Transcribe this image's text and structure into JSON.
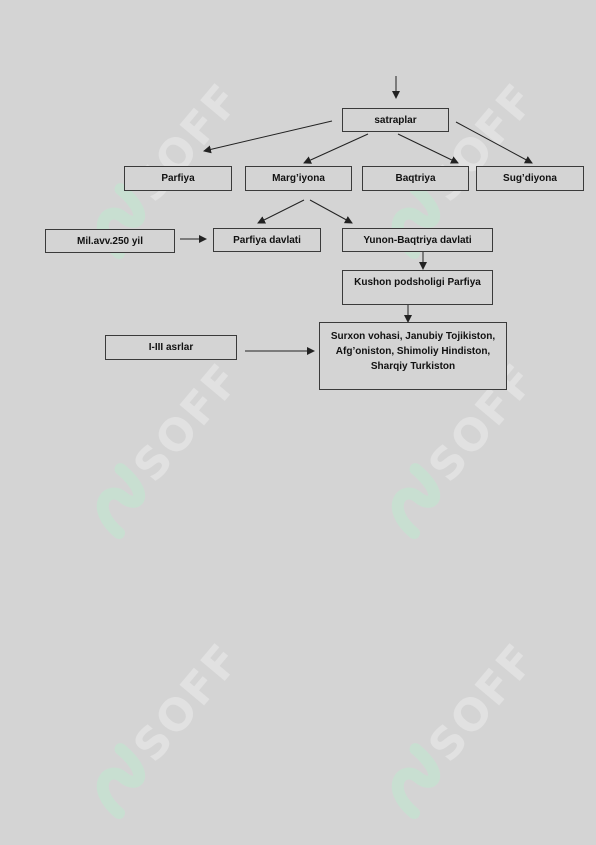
{
  "boxes": {
    "satraplar": "satraplar",
    "parfiya": "Parfiya",
    "margiyona": "Marg’iyona",
    "baqtriya": "Baqtriya",
    "sugdiyona": "Sug’diyona",
    "milavv": "Mil.avv.250 yil",
    "parfiya_davlati": "Parfiya davlati",
    "yunon_baqtriya": "Yunon-Baqtriya davlati",
    "kushon": "Kushon podsholigi Parfiya",
    "asrlar": "I-III asrlar",
    "regions": "Surxon vohasi, Janubiy Tojikiston, Afg’oniston, Shimoliy Hindiston, Sharqiy Turkiston"
  },
  "watermark": {
    "text": "SOFF",
    "text_color": "#ececec",
    "logo_color": "#bfe8cf"
  },
  "colors": {
    "background": "#d4d4d4",
    "border": "#3a3a3a",
    "arrow": "#222222"
  }
}
